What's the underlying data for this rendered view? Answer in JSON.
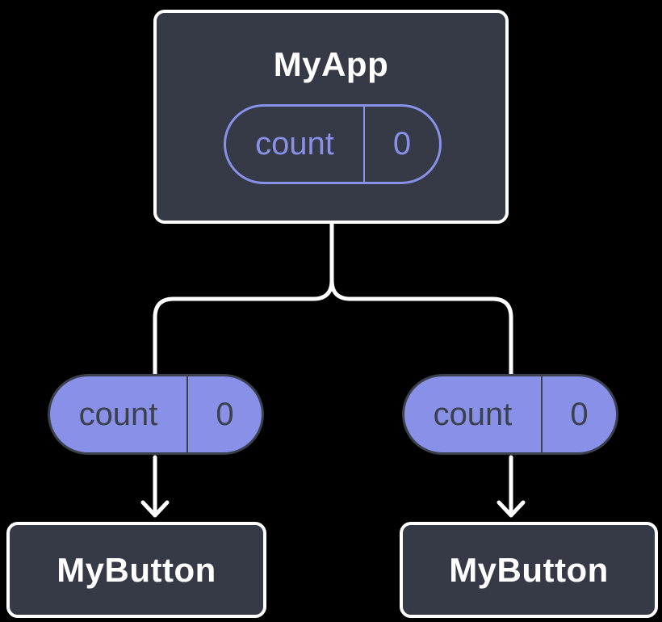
{
  "colors": {
    "background": "#000000",
    "node_fill": "#353a46",
    "node_border": "#ffffff",
    "accent": "#8890e8",
    "pill_dark": "#3a404c",
    "text_light": "#ffffff",
    "connector": "#ffffff"
  },
  "diagram": {
    "type": "component-tree",
    "root_node": {
      "title": "MyApp",
      "state_pill": {
        "name": "count",
        "value": "0"
      }
    },
    "child_nodes": [
      {
        "title": "MyButton",
        "prop_pill": {
          "name": "count",
          "value": "0"
        }
      },
      {
        "title": "MyButton",
        "prop_pill": {
          "name": "count",
          "value": "0"
        }
      }
    ]
  }
}
